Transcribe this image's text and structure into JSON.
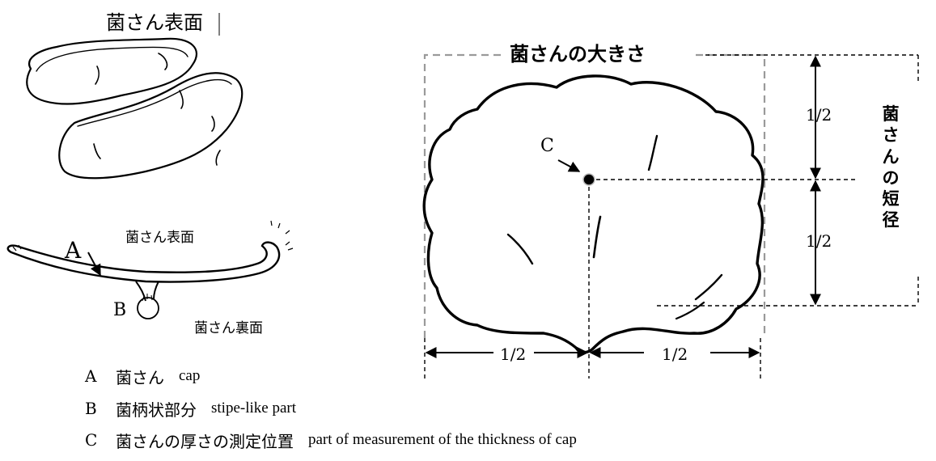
{
  "left_panel": {
    "top_label": "菌さん表面",
    "side_upper_label": "菌さん表面",
    "side_lower_label": "菌さん裏面",
    "marker_a": "A",
    "marker_b": "B"
  },
  "right_panel": {
    "size_label": "菌さんの大きさ",
    "minor_axis_label": [
      "菌",
      "さ",
      "ん",
      "の",
      "短",
      "径"
    ],
    "marker_c": "C",
    "half_labels": {
      "right_upper": "1/2",
      "right_lower": "1/2",
      "bottom_left": "1/2",
      "bottom_right": "1/2"
    }
  },
  "legend": [
    {
      "key": "A",
      "ja": "菌さん",
      "en": "cap"
    },
    {
      "key": "B",
      "ja": "菌柄状部分",
      "en": "stipe-like part"
    },
    {
      "key": "C",
      "ja": "菌さんの厚さの測定位置",
      "en": "part of measurement of the thickness of cap"
    }
  ]
}
